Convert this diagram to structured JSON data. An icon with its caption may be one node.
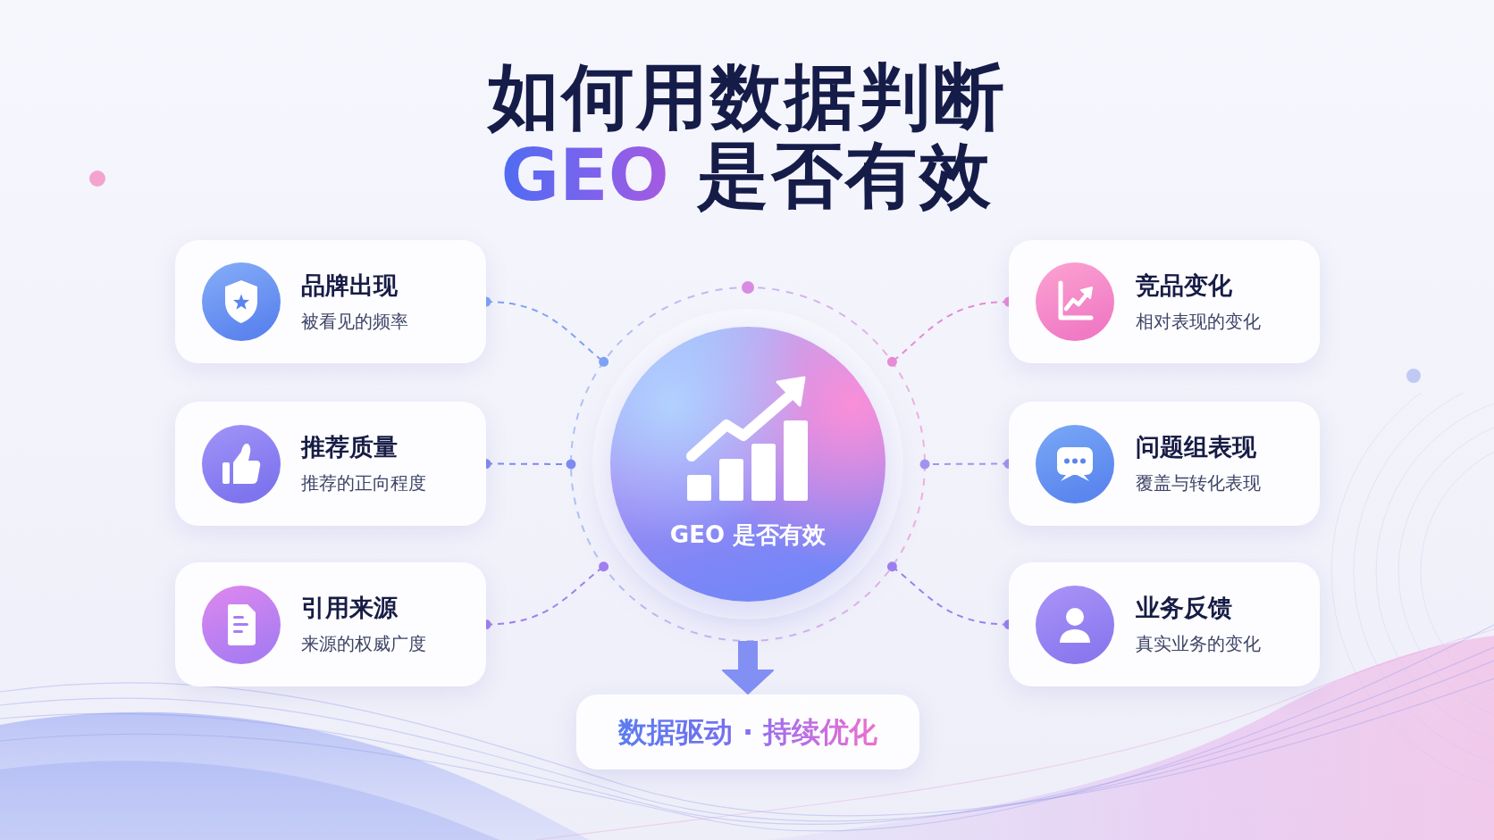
{
  "diagram": {
    "title": "如何用数据判断 GEO 是否有效",
    "nodes": [
      {
        "text": [
          "品牌出现",
          "被看见的频率"
        ]
      },
      {
        "text": [
          "推荐质量",
          "推荐的正向程度"
        ]
      },
      {
        "text": [
          "引用来源",
          "来源的权威广度"
        ]
      },
      {
        "text": [],
        "shape": "circle"
      },
      {
        "text": [
          "GEO 是否有效"
        ],
        "in": 3
      },
      {
        "text": [
          "竞品变化",
          "相对表现的变化"
        ]
      },
      {
        "text": [
          "问题组表现",
          "覆盖与转化表现"
        ]
      },
      {
        "text": [
          "业务反馈",
          "真实业务的变化"
        ]
      },
      {
        "text": [
          "数据驱动 · 持续优化"
        ]
      }
    ],
    "edges": [
      {
        "from": 0,
        "to": 3,
        "arrow": "other",
        "style": "dashed",
        "color": "#7ea2f3"
      },
      {
        "from": 1,
        "to": 3,
        "arrow": "other",
        "style": "dashed",
        "color": "#7f8af0"
      },
      {
        "from": 2,
        "to": 3,
        "arrow": "other",
        "style": "dashed",
        "color": "#a07fee"
      },
      {
        "from": 5,
        "to": 3,
        "arrow": "other",
        "style": "dashed",
        "color": "#e68bd6"
      },
      {
        "from": 6,
        "to": 3,
        "arrow": "other",
        "style": "dashed",
        "color": "#a294ee"
      },
      {
        "from": 7,
        "to": 3,
        "arrow": "other",
        "style": "dashed",
        "color": "#9a80ee"
      },
      {
        "from": 3,
        "to": 8,
        "arrow": "to",
        "style": "thick",
        "color": "#8290f4"
      }
    ]
  }
}
